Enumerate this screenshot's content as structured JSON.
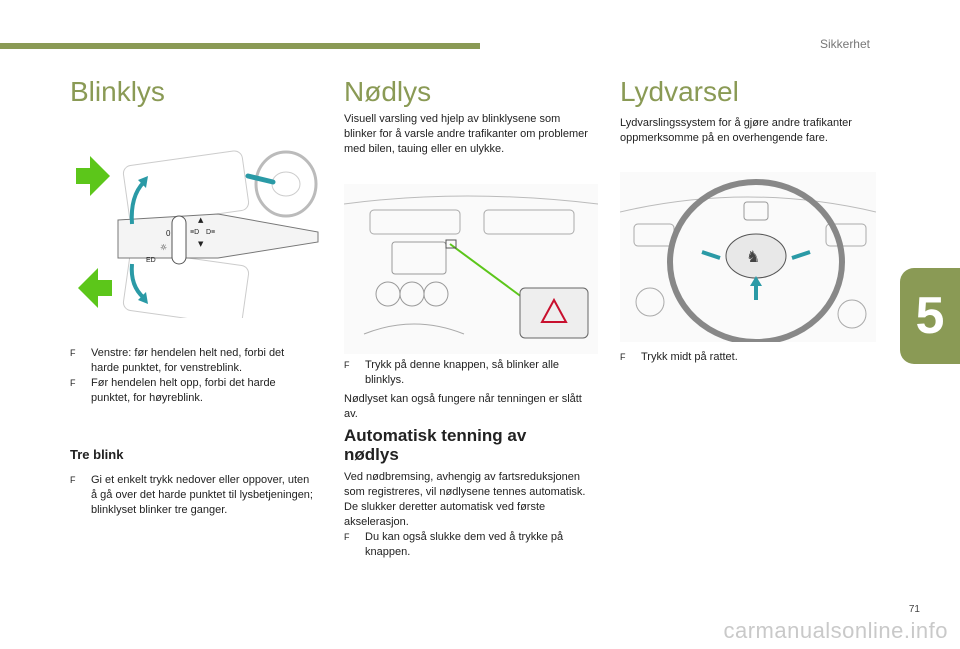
{
  "header": {
    "section": "Sikkerhet",
    "chapter_number": "5",
    "page_number": "71"
  },
  "watermark": "carmanualsonline.info",
  "colors": {
    "accent": "#8a9a55",
    "arrow_green": "#5cc61a",
    "arrow_teal": "#2a9aa6"
  },
  "col1": {
    "title": "Blinklys",
    "figure": {
      "symbols": [
        "0",
        "☼",
        "ED",
        "≡D",
        "D≡",
        "▲",
        "▼"
      ]
    },
    "bullets": [
      "Venstre: før hendelen helt ned, forbi det harde punktet, for venstreblink.",
      "Før hendelen helt opp, forbi det harde punktet, for høyreblink."
    ],
    "subtitle": "Tre blink",
    "sub_bullets": [
      "Gi et enkelt trykk nedover eller oppover, uten å gå over det harde punktet til lysbetjeningen; blinklyset blinker tre ganger."
    ]
  },
  "col2": {
    "title": "Nødlys",
    "intro": "Visuell varsling ved hjelp av blinklysene som blinker for å varsle andre trafikanter om problemer med bilen, tauing eller en ulykke.",
    "bullets": [
      "Trykk på denne knappen, så blinker alle blinklys."
    ],
    "note": "Nødlyset kan også fungere når tenningen er slått av.",
    "subtitle": "Automatisk tenning av nødlys",
    "para1": "Ved nødbremsing, avhengig av fartsreduksjonen som registreres, vil nødlysene tennes automatisk.",
    "para2": "De slukker deretter automatisk ved første akselerasjon.",
    "bullets2": [
      "Du kan også slukke dem ved å trykke på knappen."
    ]
  },
  "col3": {
    "title": "Lydvarsel",
    "intro": "Lydvarslingssystem for å gjøre andre trafikanter oppmerksomme på en overhengende fare.",
    "bullets": [
      "Trykk midt på rattet."
    ]
  }
}
